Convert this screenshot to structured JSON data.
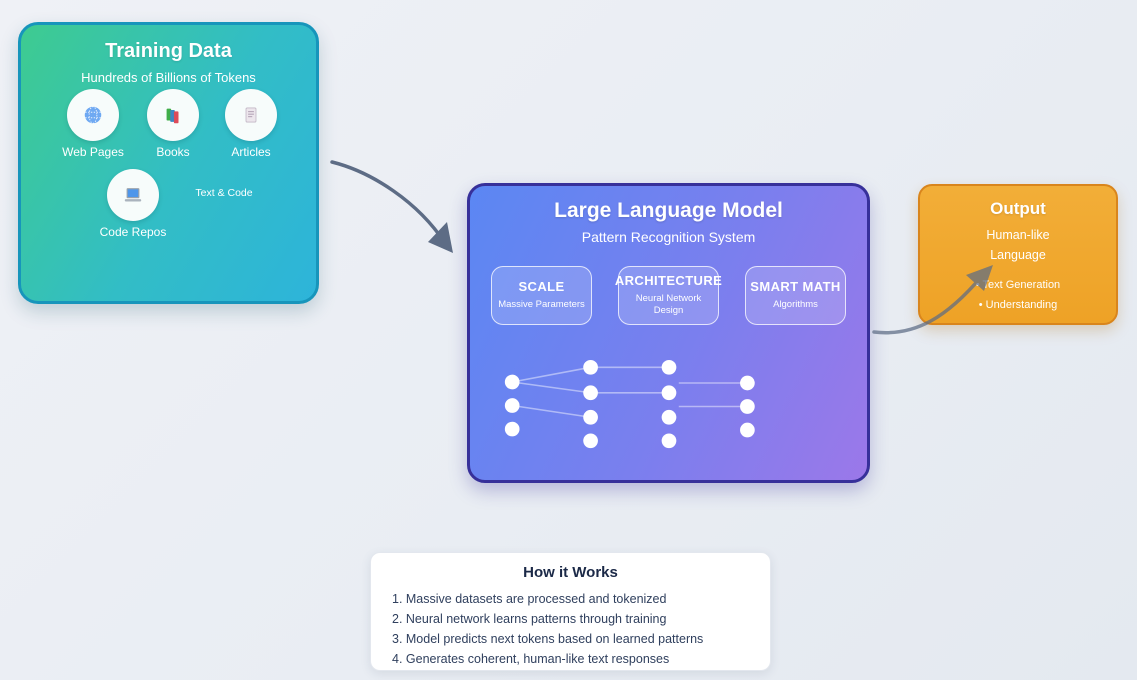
{
  "canvas": {
    "background_start": "#eff1f6",
    "background_end": "#e4e9f0",
    "arrow_color": "#5d6c85"
  },
  "training": {
    "title": "Training Data",
    "subtitle": "Hundreds of Billions of Tokens",
    "sources": [
      {
        "label": "Web Pages",
        "icon": "globe-icon"
      },
      {
        "label": "Books",
        "icon": "books-icon"
      },
      {
        "label": "Articles",
        "icon": "article-icon"
      },
      {
        "label": "Code Repos",
        "icon": "laptop-icon"
      }
    ],
    "note": "Text & Code",
    "colors": {
      "gradient_start": "#3ecb90",
      "gradient_end": "#2db4da",
      "border": "#1795bb"
    }
  },
  "llm": {
    "title": "Large Language Model",
    "subtitle": "Pattern Recognition System",
    "features": [
      {
        "title": "SCALE",
        "subtitle": "Massive Parameters"
      },
      {
        "title": "ARCHITECTURE",
        "subtitle": "Neural Network Design"
      },
      {
        "title": "SMART MATH",
        "subtitle": "Algorithms"
      }
    ],
    "colors": {
      "gradient_start": "#5b87f3",
      "gradient_end": "#9b78e9",
      "border": "#37309a"
    }
  },
  "output": {
    "title": "Output",
    "subtitle": "Human-like Language",
    "bullets": [
      "• Text Generation",
      "• Understanding"
    ],
    "colors": {
      "fill": "#f0a72d",
      "border": "#d9851c"
    }
  },
  "how_it_works": {
    "title": "How it Works",
    "steps": [
      "1. Massive datasets are processed and tokenized",
      "2. Neural network learns patterns through training",
      "3. Model predicts next tokens based on learned patterns",
      "4. Generates coherent, human-like text responses"
    ]
  }
}
